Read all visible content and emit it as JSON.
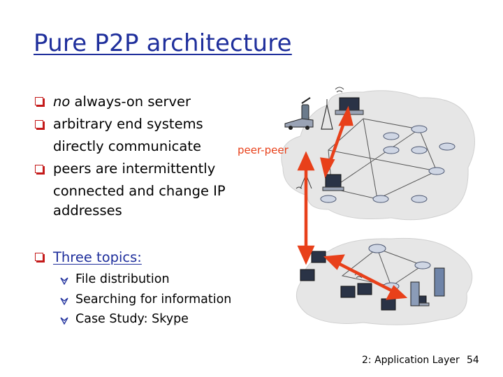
{
  "slide": {
    "title": "Pure P2P architecture",
    "bullets": [
      {
        "lines": [
          {
            "em": "no",
            "rest": " always-on server"
          }
        ]
      },
      {
        "lines": [
          {
            "em": "",
            "rest": "arbitrary end systems"
          },
          {
            "em": "",
            "rest": "directly communicate"
          }
        ]
      },
      {
        "lines": [
          {
            "em": "",
            "rest": "peers are intermittently"
          },
          {
            "em": "",
            "rest": "connected and change IP"
          },
          {
            "em": "",
            "rest": "addresses"
          }
        ]
      }
    ],
    "topics_heading": "Three topics:",
    "topics": [
      "File distribution",
      "Searching for information",
      "Case Study: Skype"
    ],
    "diagram_label": "peer-peer",
    "footer": "2: Application Layer",
    "page_number": "54"
  },
  "colors": {
    "title": "#1f2f9c",
    "bullet": "#c41a1a",
    "arrow": "#e8401a",
    "cloud": "#e6e6e6"
  }
}
